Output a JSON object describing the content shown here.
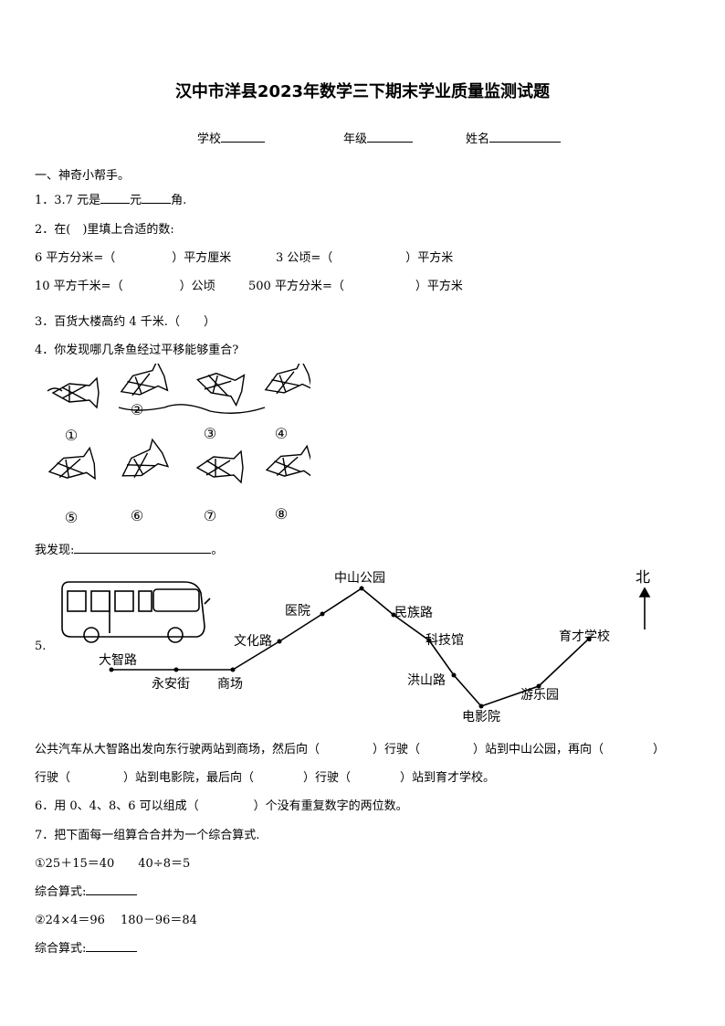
{
  "title": "汉中市洋县2023年数学三下期末学业质量监测试题",
  "header": {
    "school_label": "学校",
    "grade_label": "年级",
    "name_label": "姓名"
  },
  "section1": "一、神奇小帮手。",
  "q1": {
    "num": "1．",
    "a": "3.7 元是",
    "b": "元",
    "c": "角."
  },
  "q2": {
    "intro": "2．在(　)里填上合适的数:",
    "r1a_pre": "6 平方分米=（",
    "r1a_post": "）平方厘米",
    "r1b_pre": "3 公顷=（",
    "r1b_post": "）平方米",
    "r2a_pre": "10 平方千米=（",
    "r2a_post": "）公顷",
    "r2b_pre": "500 平方分米=（",
    "r2b_post": "）平方米"
  },
  "q3": "3．百货大楼高约 4 千米.（　　）",
  "q4": {
    "text": "4．你发现哪几条鱼经过平移能够重合?",
    "labels": [
      "①",
      "②",
      "③",
      "④",
      "⑤",
      "⑥",
      "⑦",
      "⑧"
    ],
    "answer_label": "我发现:"
  },
  "q5": {
    "num": "5.",
    "north": "北",
    "stops": {
      "dazhi": "大智路",
      "yongan": "永安街",
      "shangchang": "商场",
      "wenhua": "文化路",
      "yiyuan": "医院",
      "zhongshan": "中山公园",
      "minzu": "民族路",
      "keji": "科技馆",
      "hongshan": "洪山路",
      "dianying": "电影院",
      "youle": "游乐园",
      "yucai": "育才学校"
    },
    "line1_a": "公共汽车从大智路出发向东行驶两站到商场，然后向（",
    "line1_b": "）行驶（",
    "line1_c": "）站到中山公园，再向（",
    "line1_d": "）",
    "line2_a": "行驶（",
    "line2_b": "）站到电影院，最后向（",
    "line2_c": "）行驶（",
    "line2_d": "）站到育才学校。"
  },
  "q6": {
    "pre": "6．用 0、4、8、6 可以组成（",
    "post": "）个没有重复数字的两位数。"
  },
  "q7": {
    "text": "7．把下面每一组算合合并为一个综合算式.",
    "e1": "①25＋15＝40　　40÷8＝5",
    "label1": "综合算式:",
    "e2": "②24×4＝96　 180－96＝84",
    "label2": "综合算式:"
  }
}
